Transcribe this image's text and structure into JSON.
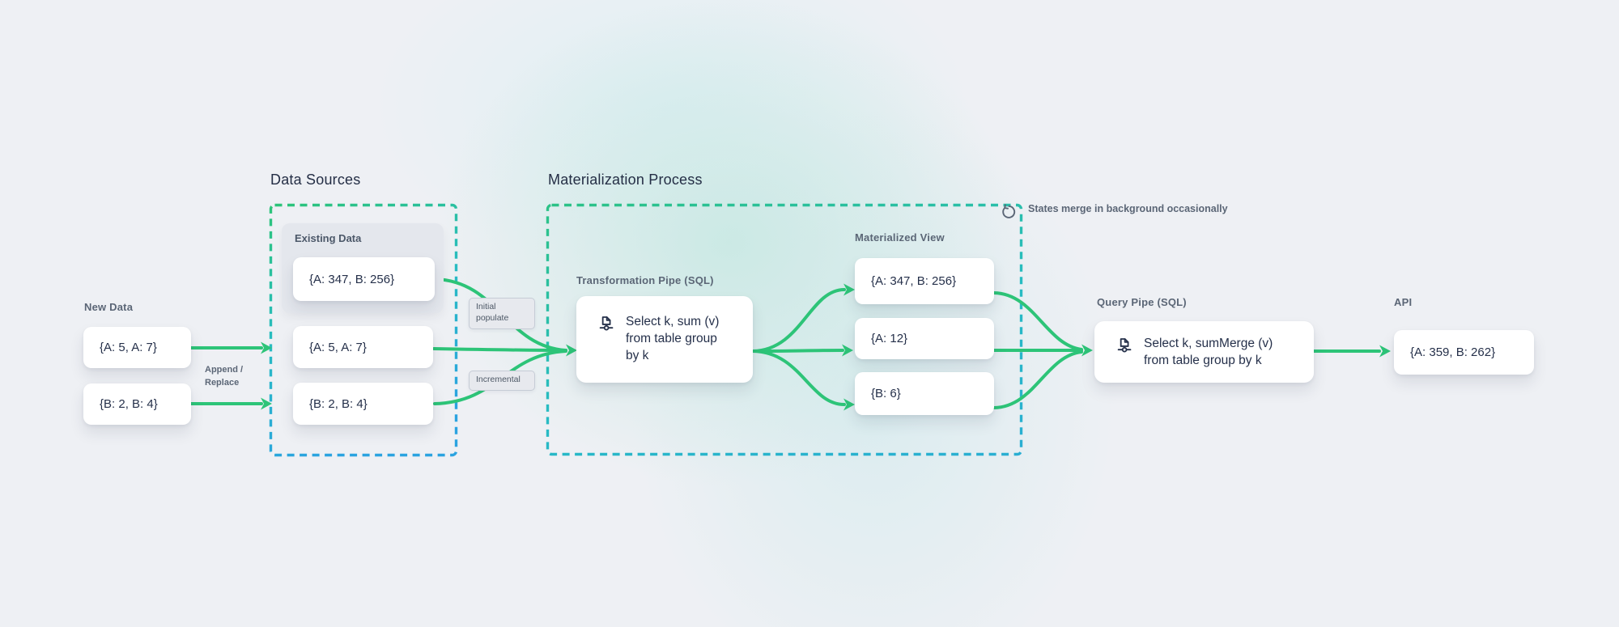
{
  "colors": {
    "arrow_green": "#2dc478",
    "dash_green": "#2dc478",
    "dash_cyan": "#28bcc2",
    "dash_blue": "#2ba3e0",
    "text_dark": "#25304a",
    "label_gray": "#5b6676",
    "card_bg": "#ffffff",
    "panel_bg": "#e4e7ed"
  },
  "sections": {
    "data_sources_title": "Data Sources",
    "materialization_title": "Materialization Process"
  },
  "new_data": {
    "label": "New Data",
    "items": [
      "{A: 5, A: 7}",
      "{B: 2, B: 4}"
    ],
    "append_label_line1": "Append /",
    "append_label_line2": "Replace"
  },
  "existing_data": {
    "label": "Existing Data",
    "items": [
      "{A: 347, B: 256}",
      "{A: 5, A: 7}",
      "{B: 2, B: 4}"
    ]
  },
  "edge_labels": {
    "initial_populate_line1": "Initial",
    "initial_populate_line2": "populate",
    "incremental": "Incremental"
  },
  "transformation_pipe": {
    "label": "Transformation Pipe (SQL)",
    "sql_line1": "Select k, sum (v)",
    "sql_line2": "from table group",
    "sql_line3": "by k"
  },
  "materialized_view": {
    "label": "Materialized View",
    "items": [
      "{A: 347, B: 256}",
      "{A: 12}",
      "{B: 6}"
    ]
  },
  "query_pipe": {
    "label": "Query Pipe (SQL)",
    "sql_line1": "Select k, sumMerge (v)",
    "sql_line2": "from table group by k"
  },
  "api": {
    "label": "API",
    "value": "{A: 359, B: 262}"
  },
  "annotations": {
    "states_merge": "States merge in background occasionally"
  },
  "icons": {
    "sql_pipe": "sql-pipe-icon",
    "refresh": "refresh-icon"
  }
}
